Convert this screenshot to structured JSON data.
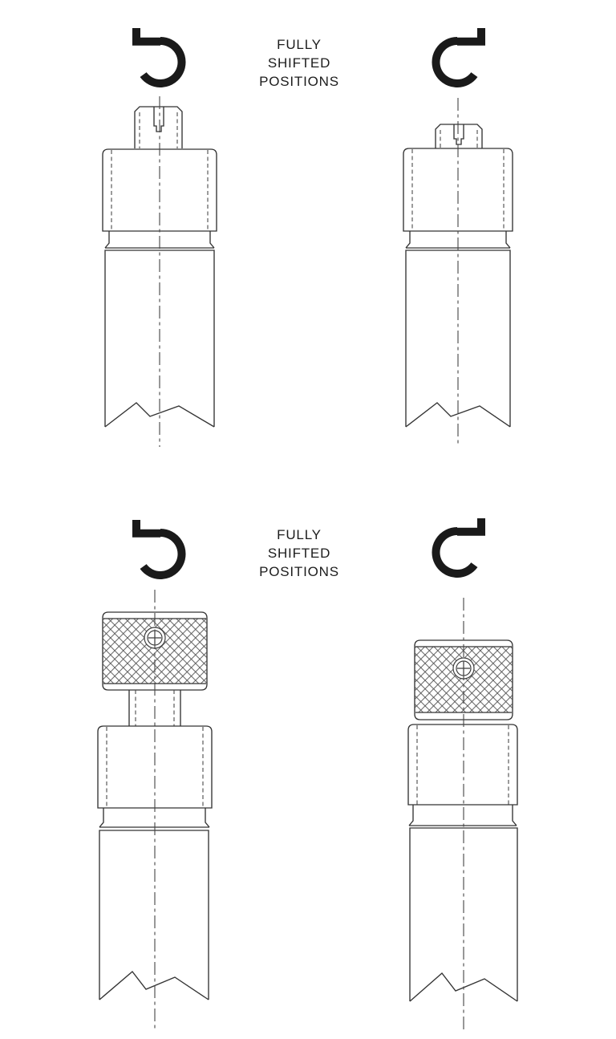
{
  "colors": {
    "background": "#ffffff",
    "line": "#333333",
    "arrow": "#1a1a1a",
    "text": "#1c1c1c"
  },
  "sections": [
    {
      "name": "top",
      "caption": {
        "line1": "FULLY",
        "line2": "SHIFTED",
        "line3": "POSITIONS"
      },
      "left": {
        "icon": "rotate-counterclockwise",
        "drawing": "slotted-stem-extended"
      },
      "right": {
        "icon": "rotate-clockwise",
        "drawing": "slotted-stem-retracted"
      }
    },
    {
      "name": "bottom",
      "caption": {
        "line1": "FULLY",
        "line2": "SHIFTED",
        "line3": "POSITIONS"
      },
      "left": {
        "icon": "rotate-counterclockwise",
        "drawing": "knurled-knob-raised"
      },
      "right": {
        "icon": "rotate-clockwise",
        "drawing": "knurled-knob-lowered"
      }
    }
  ]
}
